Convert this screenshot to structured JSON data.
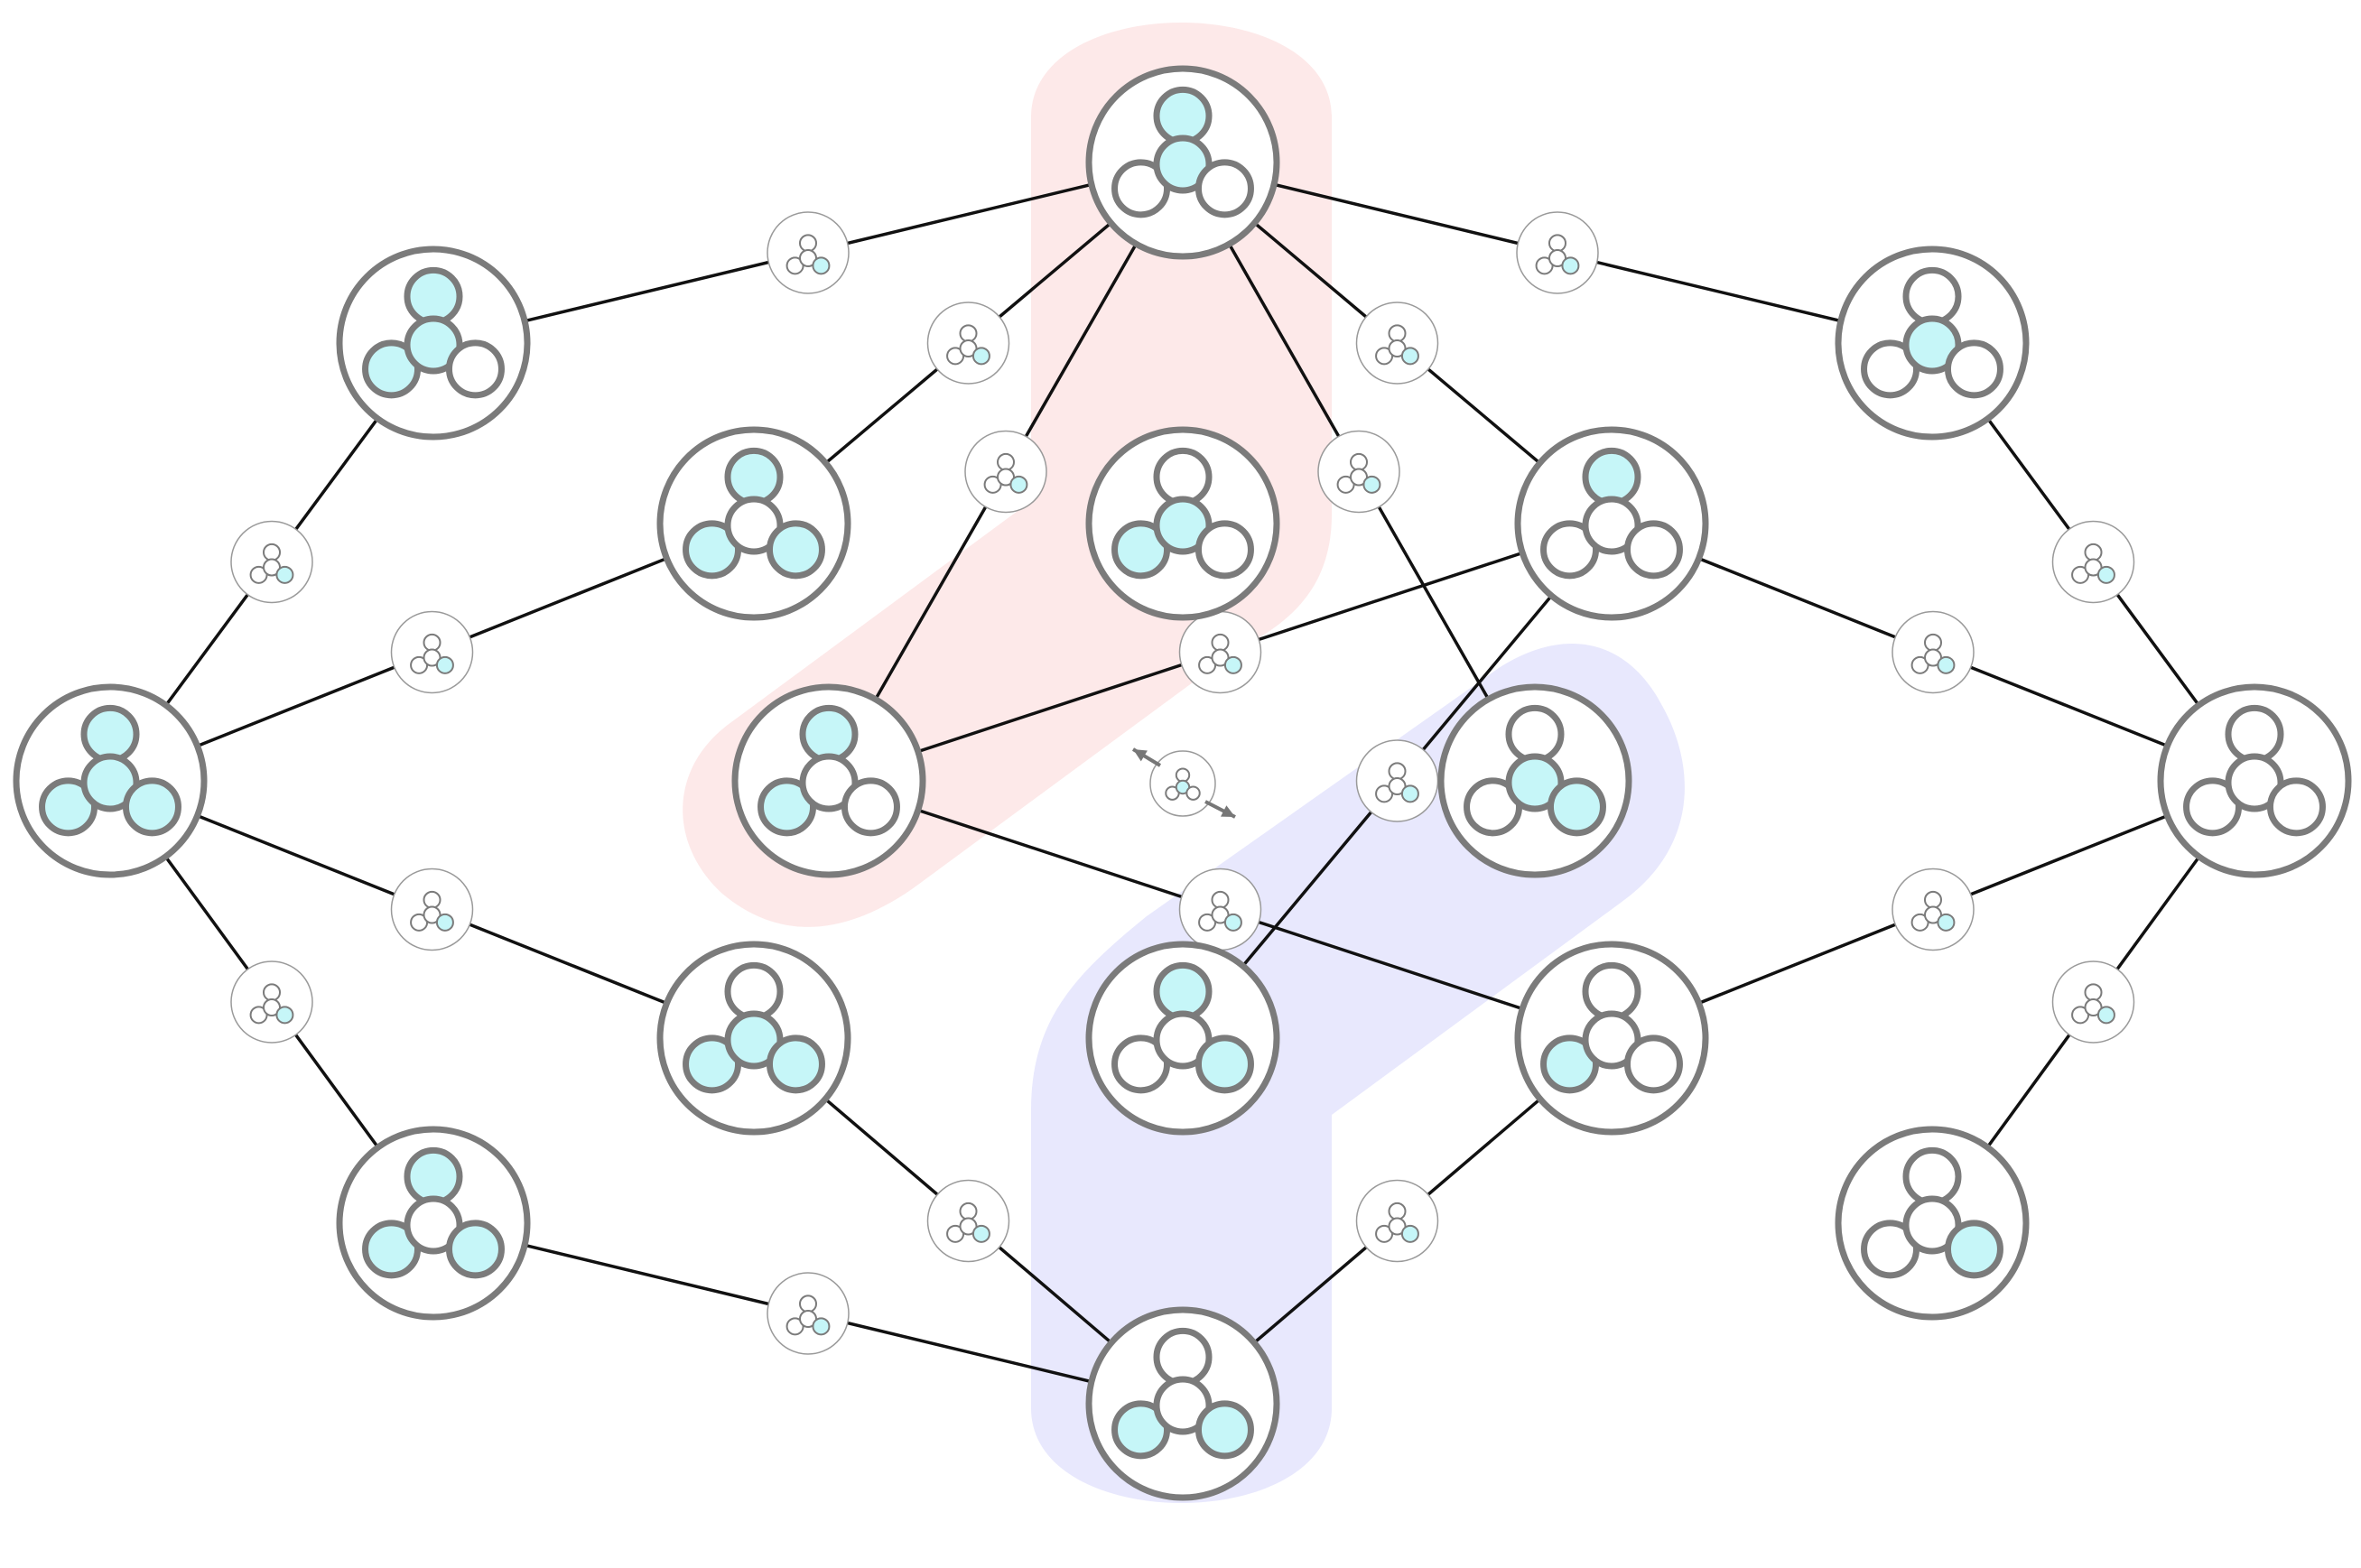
{
  "colors": {
    "background": "#ffffff",
    "node_stroke": "#7b7b7b",
    "edge": "#111111",
    "filled_vertex": "#c6f6f8",
    "empty_vertex": "#ffffff",
    "red_region": "#fde9e9",
    "blue_region": "#e8e8fd",
    "swap_arrow": "#777777"
  },
  "states": [
    {
      "id": "s-top",
      "filled": [
        true,
        false,
        true,
        false
      ]
    },
    {
      "id": "s-upper-left",
      "filled": [
        true,
        true,
        true,
        false
      ]
    },
    {
      "id": "s-upper-right",
      "filled": [
        false,
        false,
        true,
        false
      ]
    },
    {
      "id": "s-mid-left",
      "filled": [
        true,
        true,
        false,
        true
      ]
    },
    {
      "id": "s-center-top",
      "filled": [
        false,
        true,
        true,
        false
      ]
    },
    {
      "id": "s-mid-right",
      "filled": [
        true,
        false,
        false,
        false
      ]
    },
    {
      "id": "s-far-left",
      "filled": [
        true,
        true,
        true,
        true
      ]
    },
    {
      "id": "s-center-left",
      "filled": [
        true,
        true,
        false,
        false
      ]
    },
    {
      "id": "s-center-right",
      "filled": [
        false,
        false,
        true,
        true
      ]
    },
    {
      "id": "s-far-right",
      "filled": [
        false,
        false,
        false,
        false
      ]
    },
    {
      "id": "s-lower-mid-left",
      "filled": [
        false,
        true,
        true,
        true
      ]
    },
    {
      "id": "s-center-bottom",
      "filled": [
        true,
        false,
        false,
        true
      ]
    },
    {
      "id": "s-lower-mid-right",
      "filled": [
        false,
        true,
        false,
        false
      ]
    },
    {
      "id": "s-lower-left",
      "filled": [
        true,
        true,
        false,
        true
      ]
    },
    {
      "id": "s-lower-right",
      "filled": [
        false,
        false,
        false,
        true
      ]
    },
    {
      "id": "s-bottom",
      "filled": [
        false,
        true,
        false,
        true
      ]
    }
  ],
  "edges": [
    [
      "s-far-left",
      "s-upper-left"
    ],
    [
      "s-upper-left",
      "s-top"
    ],
    [
      "s-top",
      "s-upper-right"
    ],
    [
      "s-upper-right",
      "s-far-right"
    ],
    [
      "s-far-left",
      "s-lower-left"
    ],
    [
      "s-lower-left",
      "s-bottom"
    ],
    [
      "s-bottom",
      "s-lower-mid-right"
    ],
    [
      "s-lower-right",
      "s-far-right"
    ],
    [
      "s-far-left",
      "s-mid-left"
    ],
    [
      "s-mid-left",
      "s-top"
    ],
    [
      "s-top",
      "s-mid-right"
    ],
    [
      "s-mid-right",
      "s-far-right"
    ],
    [
      "s-far-left",
      "s-lower-mid-left"
    ],
    [
      "s-lower-mid-left",
      "s-bottom"
    ],
    [
      "s-lower-mid-right",
      "s-far-right"
    ],
    [
      "s-top",
      "s-center-left"
    ],
    [
      "s-top",
      "s-center-right"
    ],
    [
      "s-center-left",
      "s-mid-right"
    ],
    [
      "s-center-left",
      "s-lower-mid-right"
    ],
    [
      "s-mid-right",
      "s-center-bottom"
    ]
  ],
  "swap_marker": {
    "filled": [
      false,
      false,
      true,
      false
    ]
  }
}
